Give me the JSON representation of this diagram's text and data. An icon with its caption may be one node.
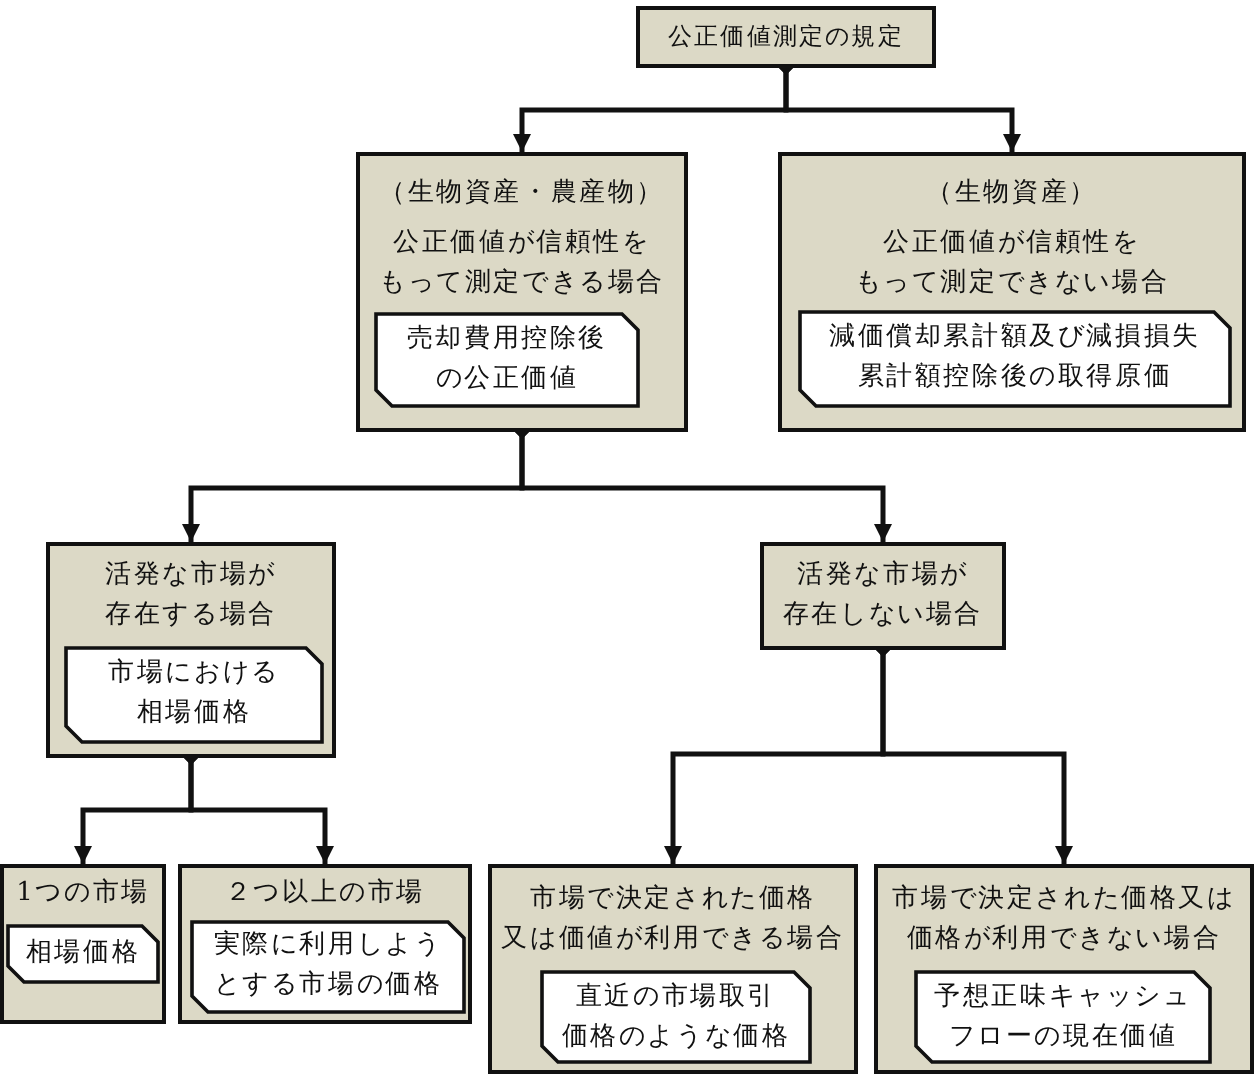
{
  "diagram": {
    "nodes": [
      {
        "text": [
          "公正価値測定の規定"
        ]
      },
      {
        "text": [
          "（生物資産・農産物）",
          "公正価値が信頼性をもって測定できる場合"
        ]
      },
      {
        "text": [
          "売却費用控除後の公正価値"
        ],
        "in": 1
      },
      {
        "text": [
          "（生物資産）",
          "公正価値が信頼性をもって測定できない場合"
        ]
      },
      {
        "text": [
          "減価償却累計額及び減損損失累計額控除後の取得原価"
        ],
        "in": 3
      },
      {
        "text": [
          "活発な市場が存在する場合"
        ]
      },
      {
        "text": [
          "市場における相場価格"
        ],
        "in": 5
      },
      {
        "text": [
          "活発な市場が存在しない場合"
        ]
      },
      {
        "text": [
          "1つの市場"
        ]
      },
      {
        "text": [
          "相場価格"
        ],
        "in": 8
      },
      {
        "text": [
          "２つ以上の市場"
        ]
      },
      {
        "text": [
          "実際に利用しようとする市場の価格"
        ],
        "in": 10
      },
      {
        "text": [
          "市場で決定された価格又は価値が利用できる場合"
        ]
      },
      {
        "text": [
          "直近の市場取引価格のような価格"
        ],
        "in": 12
      },
      {
        "text": [
          "市場で決定された価格又は価格が利用できない場合"
        ]
      },
      {
        "text": [
          "予想正味キャッシュフローの現在価値"
        ],
        "in": 14
      }
    ],
    "edges": [
      {
        "from": 0,
        "to": 1,
        "arrow": "to"
      },
      {
        "from": 0,
        "to": 3,
        "arrow": "to"
      },
      {
        "from": 1,
        "to": 5,
        "arrow": "to"
      },
      {
        "from": 1,
        "to": 7,
        "arrow": "to"
      },
      {
        "from": 5,
        "to": 8,
        "arrow": "to"
      },
      {
        "from": 5,
        "to": 10,
        "arrow": "to"
      },
      {
        "from": 7,
        "to": 12,
        "arrow": "to"
      },
      {
        "from": 7,
        "to": 14,
        "arrow": "to"
      }
    ]
  }
}
